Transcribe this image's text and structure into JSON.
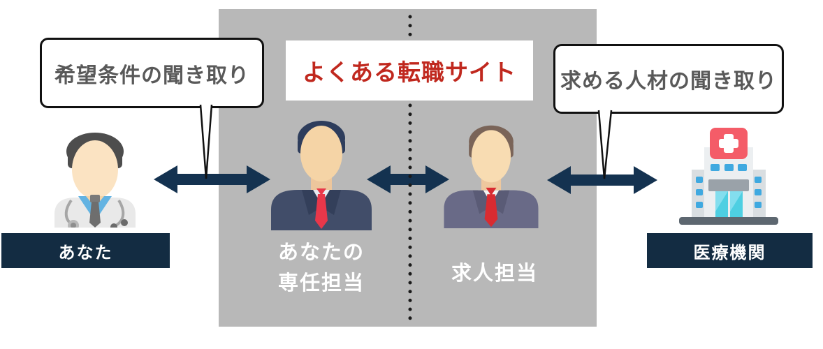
{
  "diagram": {
    "title": {
      "text": "よくある転職サイト"
    },
    "bubbles": {
      "left": {
        "text": "希望条件の聞き取り"
      },
      "right": {
        "text": "求める人材の聞き取り"
      }
    },
    "actors": {
      "candidate": {
        "label": "あなた",
        "icon": "doctor-icon"
      },
      "dedicated_agent": {
        "label_line1": "あなたの",
        "label_line2": "専任担当",
        "icon": "businessman-icon"
      },
      "recruiting_agent": {
        "label": "求人担当",
        "icon": "businessman-icon"
      },
      "medical_institution": {
        "label": "医療機関",
        "icon": "hospital-icon"
      }
    },
    "connectors": {
      "arrow_count": 3,
      "arrow_style": "double-headed",
      "divider_style": "vertical-dotted"
    },
    "colors": {
      "title_red": "#c0281e",
      "banner_navy": "#132c42",
      "arrow_navy": "#143250",
      "box_gray": "#b8b8b8",
      "bubble_text_gray": "#595959"
    }
  }
}
